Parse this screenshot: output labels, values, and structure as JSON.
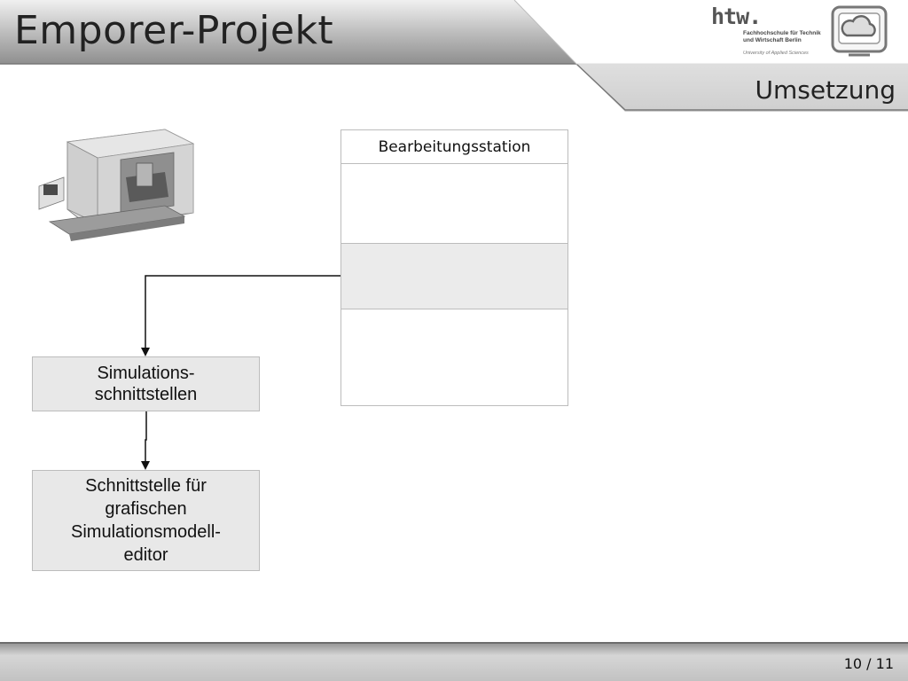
{
  "header": {
    "project_title": "Emporer-Projekt",
    "section_title": "Umsetzung"
  },
  "logos": {
    "htw_mark": "htw.",
    "htw_line1": "Fachhochschule für Technik",
    "htw_line2": "und Wirtschaft Berlin",
    "htw_line3": "University of Applied Sciences",
    "cloud_icon": "cloud-monitor-icon"
  },
  "diagram": {
    "station_title": "Bearbeitungsstation",
    "sim_box_label": "Simulations-schnittstellen",
    "editor_box_label": "Schnittstelle für grafischen Simulationsmodell-editor"
  },
  "footer": {
    "page_number": "10 / 11"
  },
  "colors": {
    "band_dark": "#9a9a9a",
    "band_light": "#d8d8d8",
    "box_fill": "#e8e8e8",
    "box_border": "#bcbcbc"
  }
}
